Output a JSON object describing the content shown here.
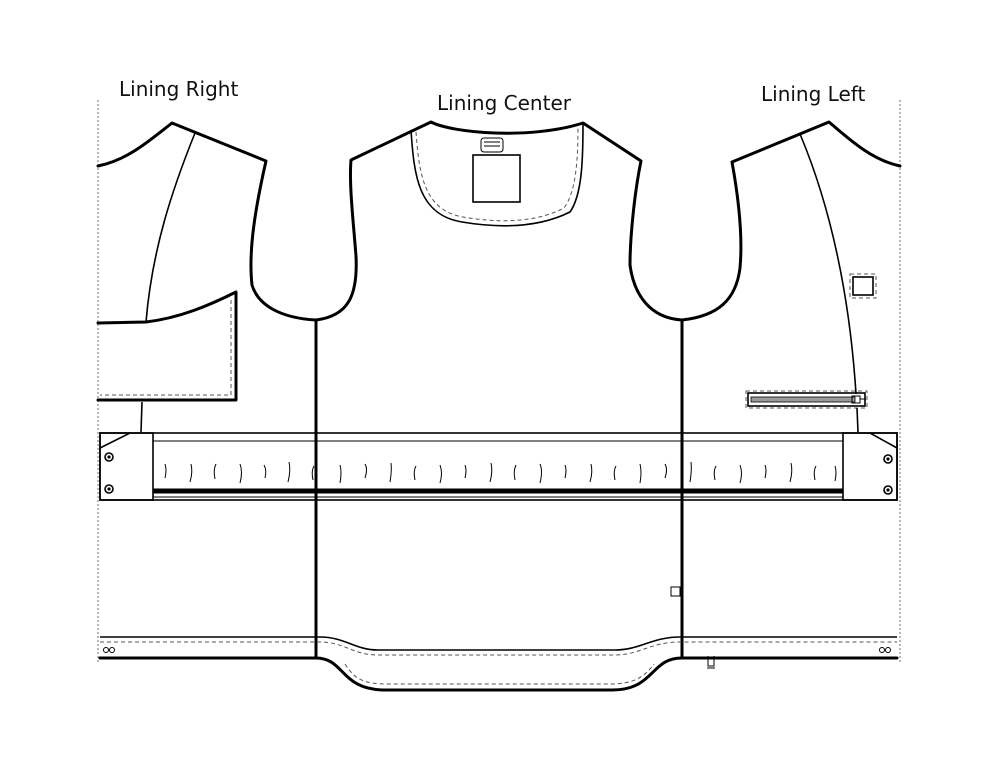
{
  "labels": {
    "right": "Lining Right",
    "center": "Lining Center",
    "left": "Lining Left"
  },
  "colors": {
    "line": "#000000",
    "stitch": "#555555",
    "background": "#ffffff"
  }
}
